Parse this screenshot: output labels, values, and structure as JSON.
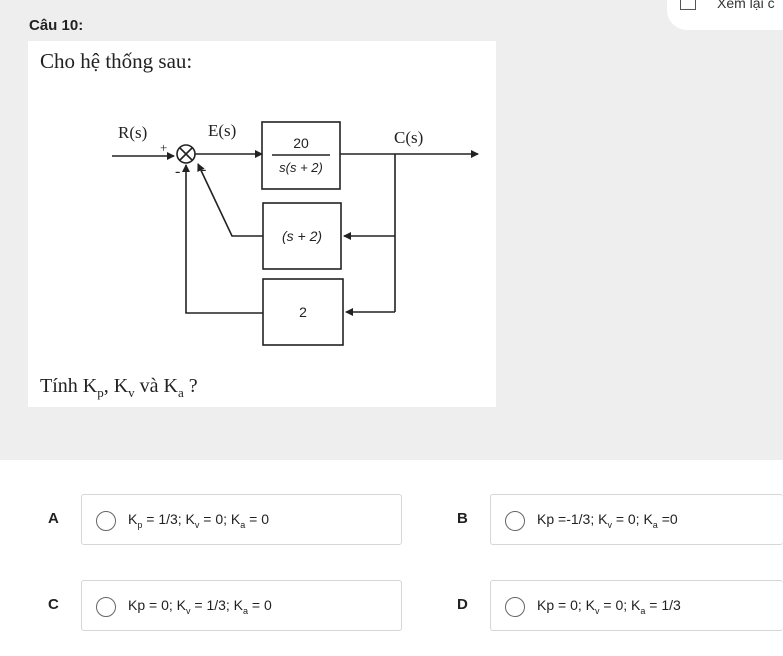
{
  "header": {
    "review_label": "Xem lại c"
  },
  "question": {
    "number_label": "Câu 10:",
    "intro": "Cho hệ thống sau:",
    "diagram": {
      "input_label": "R(s)",
      "error_label": "E(s)",
      "output_label": "C(s)",
      "plus_sign": "+",
      "minus_sign": "-",
      "forward_num": "20",
      "forward_den": "s(s + 2)",
      "feedback1": "(s + 2)",
      "feedback2": "2"
    },
    "ask": {
      "prefix": "Tính K",
      "p": "p",
      "mid1": ", K",
      "v": "v",
      "mid2": " và K",
      "a": "a",
      "suffix": " ?"
    }
  },
  "answers": [
    {
      "letter": "A",
      "parts": [
        "K",
        "p",
        " = 1/3; K",
        "v",
        " = 0; K",
        "a",
        " = 0"
      ]
    },
    {
      "letter": "B",
      "parts": [
        "Kp =-1/3; K",
        "",
        "",
        "v",
        " = 0;  K",
        "a",
        " =0"
      ]
    },
    {
      "letter": "C",
      "parts": [
        "Kp = 0; K",
        "",
        "",
        "v",
        " = 1/3; K",
        "a",
        " = 0"
      ]
    },
    {
      "letter": "D",
      "parts": [
        "Kp = 0; K",
        "",
        "",
        "v",
        " = 0; K",
        "a",
        " = 1/3"
      ]
    }
  ]
}
